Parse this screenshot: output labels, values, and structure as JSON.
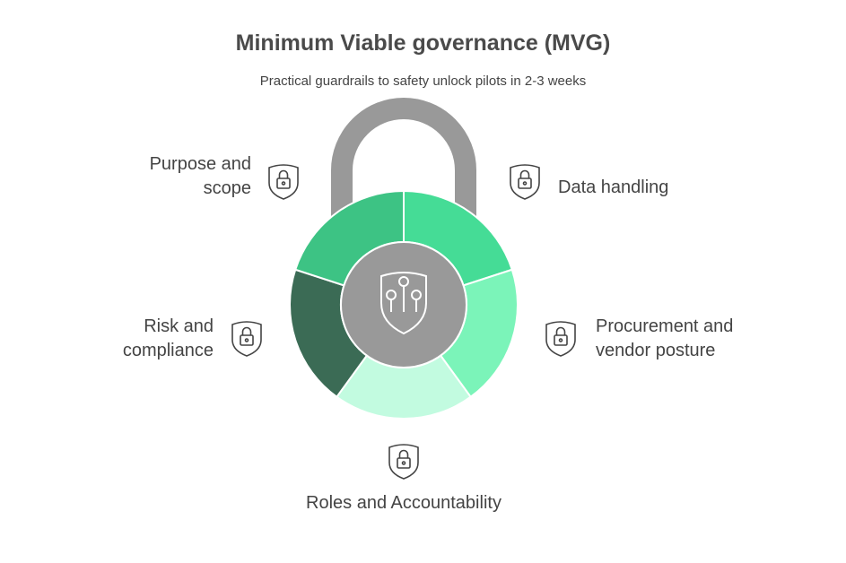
{
  "title": "Minimum Viable governance (MVG)",
  "subtitle": "Practical guardrails to safety unlock pilots in 2-3 weeks",
  "center_icon": "shield-circuit-icon",
  "segments": [
    {
      "label": "Data handling",
      "color": "#45dc96",
      "icon": "lock-icon"
    },
    {
      "label": "Procurement and vendor posture",
      "color": "#7bf4b9",
      "icon": "lock-icon"
    },
    {
      "label": "Roles and Accountability",
      "color": "#c2fbe0",
      "icon": "lock-icon"
    },
    {
      "label": "Risk and compliance",
      "color": "#3b6b55",
      "icon": "lock-icon"
    },
    {
      "label": "Purpose and scope",
      "color": "#3dc384",
      "icon": "lock-icon"
    }
  ],
  "colors": {
    "shackle": "#999999",
    "center": "#999999",
    "text": "#444444"
  }
}
